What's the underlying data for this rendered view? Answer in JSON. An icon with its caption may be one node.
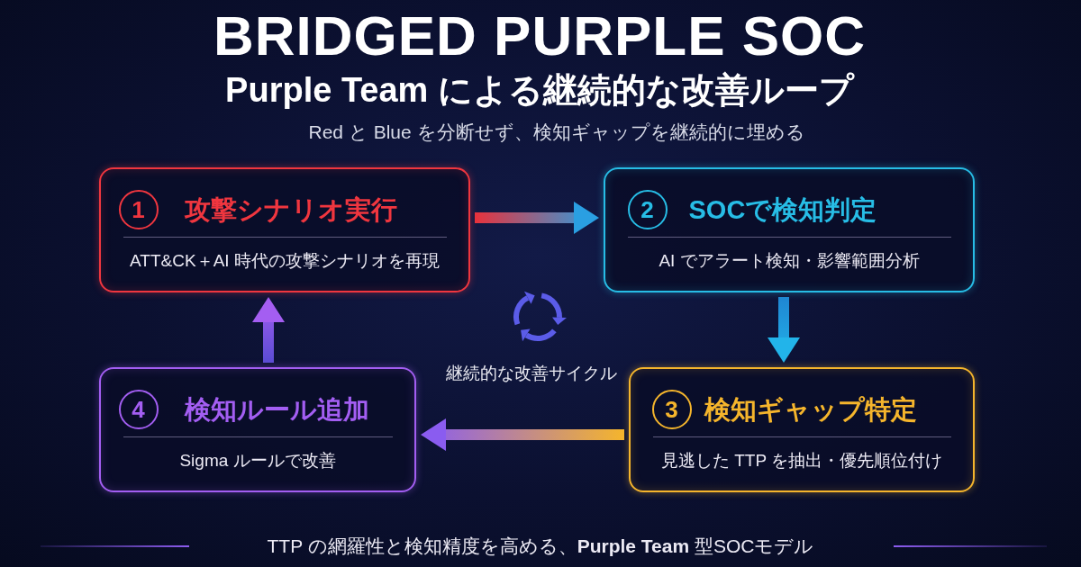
{
  "diagram": {
    "title": "BRIDGED PURPLE SOC",
    "caption": "TTP の網羅性と検知精度を高める、**Purple Team** 型SOCモデル",
    "nodes": [
      {
        "text": [
          "1",
          "攻撃シナリオ実行",
          "ATT&CK＋AI 時代の攻撃シナリオを再現"
        ]
      },
      {
        "text": [
          "2",
          "SOCで検知判定",
          "AI でアラート検知・影響範囲分析"
        ]
      },
      {
        "text": [
          "3",
          "検知ギャップ特定",
          "見逃した TTP を抽出・優先順位付け"
        ]
      },
      {
        "text": [
          "4",
          "検知ルール追加",
          "Sigma ルールで改善"
        ]
      }
    ],
    "edges": [
      {
        "from": 0,
        "to": 1,
        "arrow": "to"
      },
      {
        "from": 1,
        "to": 2,
        "arrow": "to"
      },
      {
        "from": 2,
        "to": 3,
        "arrow": "to"
      },
      {
        "from": 3,
        "to": 0,
        "arrow": "to"
      }
    ],
    "labels": [
      "Purple Team による継続的な改善ループ",
      "Red と Blue を分断せず、検知ギャップを継続的に埋める",
      "継続的な改善サイクル"
    ]
  }
}
